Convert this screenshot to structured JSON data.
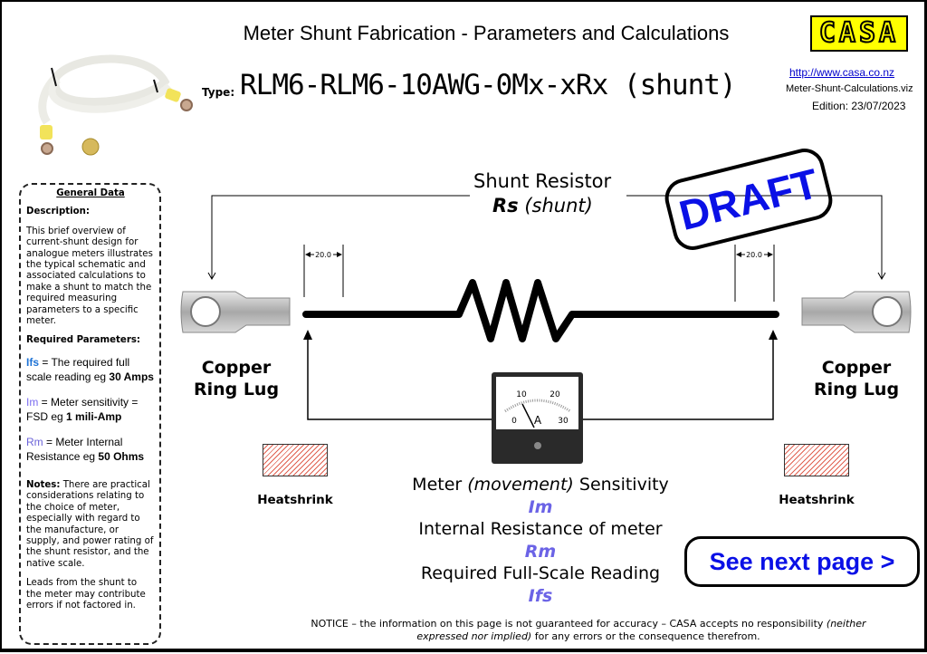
{
  "header": {
    "title": "Meter Shunt Fabrication - Parameters and Calculations",
    "type_label": "Type:",
    "type_code": "RLM6-RLM6-10AWG-0Mx-xRx (shunt)"
  },
  "branding": {
    "logo_text": "CASA",
    "logo_color": "#ffff00",
    "link": "http://www.casa.co.nz",
    "file_name": "Meter-Shunt-Calculations.viz",
    "edition": "Edition: 23/07/2023"
  },
  "sidebar": {
    "heading": "General Data",
    "description_heading": "Description:",
    "description": "This brief overview of current-shunt design for analogue meters illustrates the typical schematic and associated calculations to make a shunt to match the required measuring parameters to a specific meter.",
    "required_heading": "Required Parameters:",
    "params": [
      {
        "symbol": "Ifs",
        "text": " = The required full scale reading eg ",
        "example": "30 Amps"
      },
      {
        "symbol": "Im",
        "text": " = Meter sensitivity = FSD eg ",
        "example": "1 mili-Amp"
      },
      {
        "symbol": "Rm",
        "text": " = Meter Internal Resistance eg ",
        "example": "50 Ohms"
      }
    ],
    "notes_label": "Notes:",
    "notes": " There are practical considerations relating to the choice of meter, especially with regard to the manufacture, or supply, and power rating of the shunt resistor, and the native scale.",
    "leads_note": "Leads from the shunt to the meter may contribute errors if not factored in."
  },
  "diagram": {
    "shunt_title": "Shunt Resistor",
    "shunt_symbol": "Rs",
    "shunt_qualifier": " (shunt)",
    "draft_stamp": "DRAFT",
    "dimension_left": "20.0",
    "dimension_right": "20.0",
    "lug_label_line1": "Copper",
    "lug_label_line2": "Ring Lug",
    "heatshrink_label": "Heatshrink",
    "meter": {
      "scale_labels": [
        "0",
        "10",
        "20",
        "30"
      ],
      "unit": "A"
    },
    "params": [
      {
        "pre": "Meter ",
        "italic": "(movement)",
        "post": " Sensitivity",
        "symbol": "Im"
      },
      {
        "text": "Internal Resistance of meter",
        "symbol": "Rm"
      },
      {
        "text": "Required Full-Scale Reading",
        "symbol": "Ifs"
      }
    ]
  },
  "next_page_button": "See next page >",
  "notice": {
    "pre": "NOTICE – the information on this page is not guaranteed for accuracy – CASA accepts no responsibility ",
    "italic": "(neither expressed nor implied)",
    "post": " for any errors or the consequence therefrom."
  }
}
